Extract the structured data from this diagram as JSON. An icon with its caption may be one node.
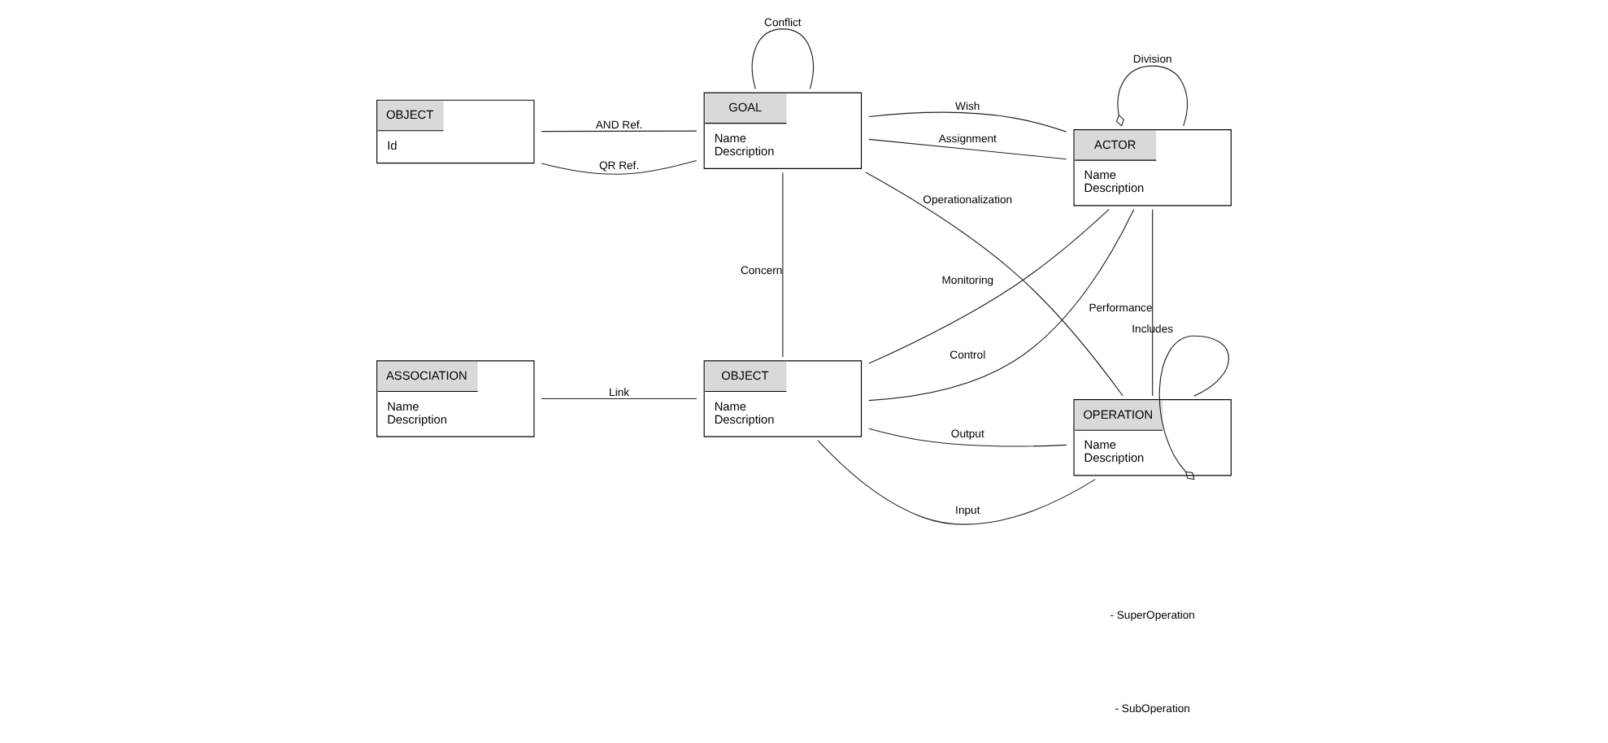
{
  "diagram": {
    "nodes": [
      {
        "text": [
          "OBJECT",
          "Id"
        ]
      },
      {
        "text": [
          "GOAL",
          "Name",
          "Description"
        ]
      },
      {
        "text": [
          "ACTOR",
          "Name",
          "Description"
        ]
      },
      {
        "text": [
          "ASSOCIATION",
          "Name",
          "Description"
        ]
      },
      {
        "text": [
          "OBJECT",
          "Name",
          "Description"
        ]
      },
      {
        "text": [
          "OPERATION",
          "Name",
          "Description"
        ]
      }
    ],
    "edges": [
      {
        "from": 1,
        "to": 1,
        "arrow": "none",
        "label": "Conflict"
      },
      {
        "from": 0,
        "to": 1,
        "arrow": "none",
        "label": "QR Ref."
      },
      {
        "from": 0,
        "to": 1,
        "arrow": "none",
        "label": "AND Ref."
      },
      {
        "from": 2,
        "to": 2,
        "arrow": "other",
        "label": "Division"
      },
      {
        "from": 1,
        "to": 2,
        "arrow": "none",
        "label": "Wish"
      },
      {
        "from": 1,
        "to": 2,
        "arrow": "none",
        "label": "Assignment"
      },
      {
        "from": 4,
        "to": 2,
        "arrow": "none",
        "label": "Monitoring"
      },
      {
        "from": 4,
        "to": 2,
        "arrow": "none",
        "label": "Control"
      },
      {
        "from": 1,
        "to": 4,
        "arrow": "none",
        "label": "Concern"
      },
      {
        "from": 2,
        "to": 5,
        "arrow": "none",
        "label": "Performance"
      },
      {
        "from": 1,
        "to": 5,
        "arrow": "none",
        "label": "Operationalization"
      },
      {
        "from": 3,
        "to": 4,
        "arrow": "none",
        "label": "Link"
      },
      {
        "from": 4,
        "to": 5,
        "arrow": "none",
        "label": "Input"
      },
      {
        "from": 4,
        "to": 5,
        "arrow": "none",
        "label": "Output"
      },
      {
        "from": 5,
        "to": 5,
        "arrow": "other",
        "label": "Includes"
      }
    ],
    "labels": [
      "- SuperOperation",
      "- SubOperation"
    ]
  }
}
